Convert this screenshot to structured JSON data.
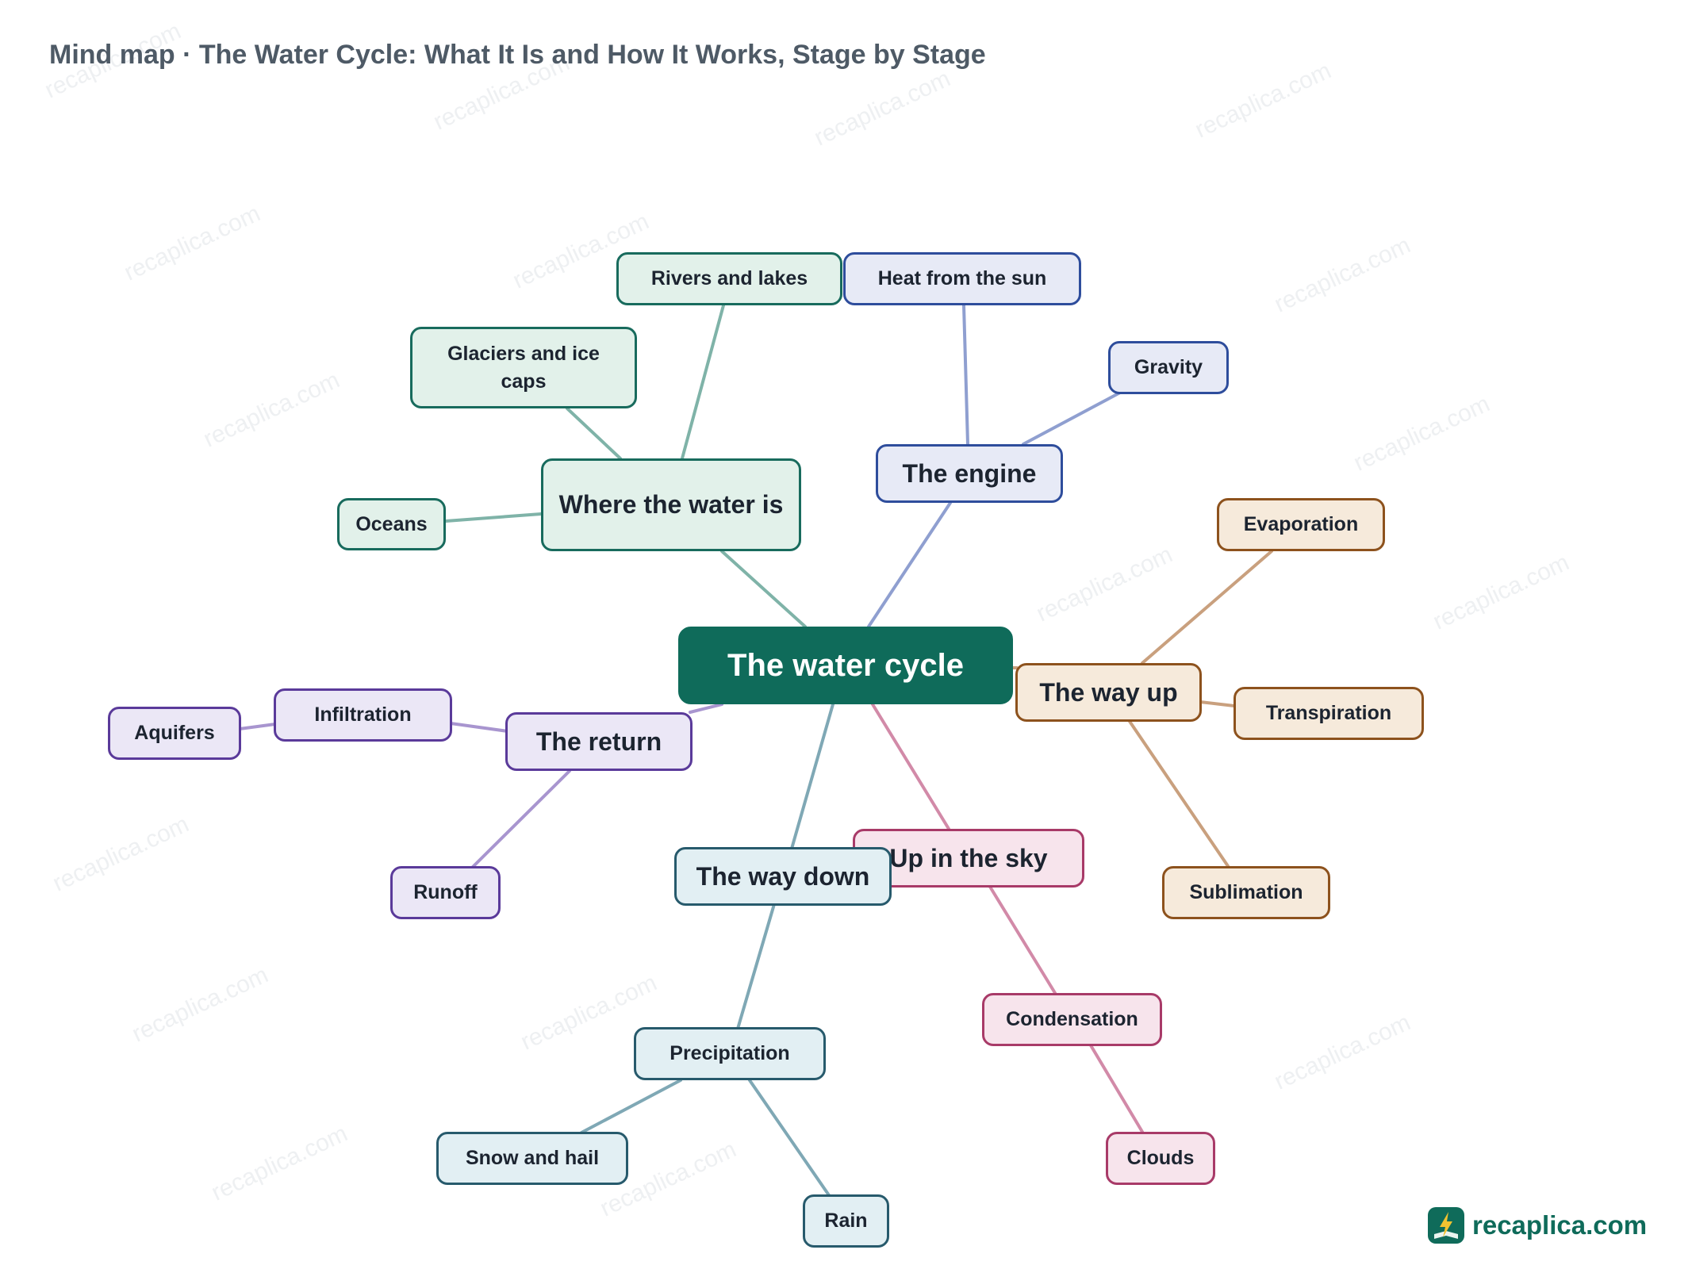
{
  "title": "Mind map · The Water Cycle: What It Is and How It Works, Stage by Stage",
  "watermark": "recaplica.com",
  "brand": {
    "name": "recaplica.com",
    "icon": "lightning-book-icon"
  },
  "mindmap": {
    "root": "The water cycle",
    "branches": [
      {
        "label": "Where the water is",
        "color": "#186b5d",
        "children": [
          "Oceans",
          "Glaciers and ice caps",
          "Rivers and lakes"
        ]
      },
      {
        "label": "The engine",
        "color": "#2e4d9c",
        "children": [
          "Heat from the sun",
          "Gravity"
        ]
      },
      {
        "label": "The way up",
        "color": "#8d521d",
        "children": [
          "Evaporation",
          "Transpiration",
          "Sublimation"
        ]
      },
      {
        "label": "Up in the sky",
        "color": "#a83a68",
        "children": [
          "Condensation",
          "Clouds"
        ]
      },
      {
        "label": "The way down",
        "color": "#275a6c",
        "children": [
          "Precipitation",
          "Rain",
          "Snow and hail"
        ]
      },
      {
        "label": "The return",
        "color": "#5a3a9a",
        "children": [
          "Infiltration",
          "Aquifers",
          "Runoff"
        ]
      }
    ]
  }
}
